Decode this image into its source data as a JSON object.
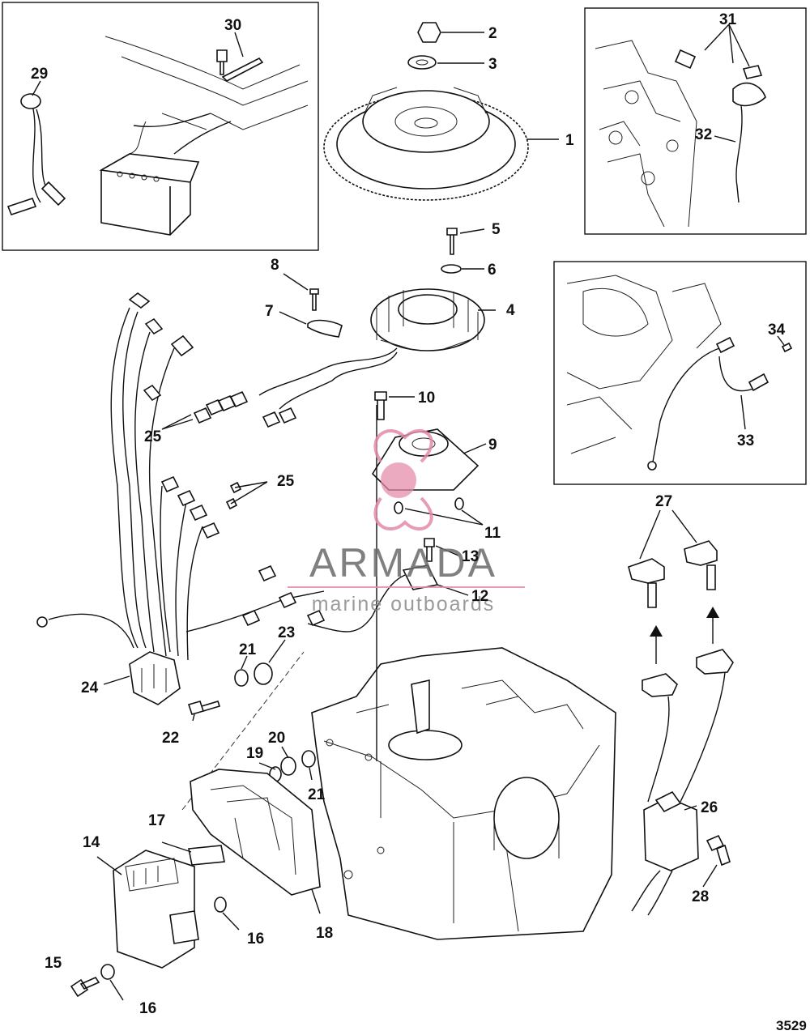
{
  "figure_number": "3529",
  "watermark": {
    "title": "ARMADA",
    "subtitle": "marine outboards",
    "color": "#e48aa8"
  },
  "callouts": [
    "1",
    "2",
    "3",
    "4",
    "5",
    "6",
    "7",
    "8",
    "9",
    "10",
    "11",
    "12",
    "13",
    "14",
    "15",
    "16",
    "16",
    "17",
    "18",
    "19",
    "20",
    "21",
    "21",
    "22",
    "23",
    "24",
    "25",
    "25",
    "26",
    "27",
    "28",
    "29",
    "30",
    "31",
    "32",
    "33",
    "34"
  ]
}
